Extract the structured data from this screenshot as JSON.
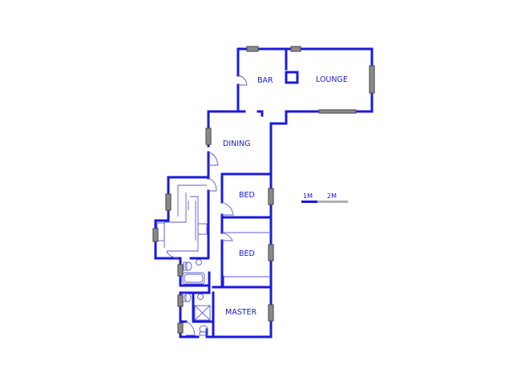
{
  "colors": {
    "wall": "#1a1adc",
    "fixture": "#5b5bd6",
    "window": "#8a8a8a",
    "text": "#1a1adc",
    "background": "#ffffff",
    "scale_grey": "#b0b0b0"
  },
  "rooms": {
    "bar": "BAR",
    "lounge": "LOUNGE",
    "dining": "DINING",
    "bed1": "BED",
    "bed2": "BED",
    "master": "MASTER"
  },
  "scale": {
    "label_1m": "1M",
    "label_2m": "2M"
  }
}
